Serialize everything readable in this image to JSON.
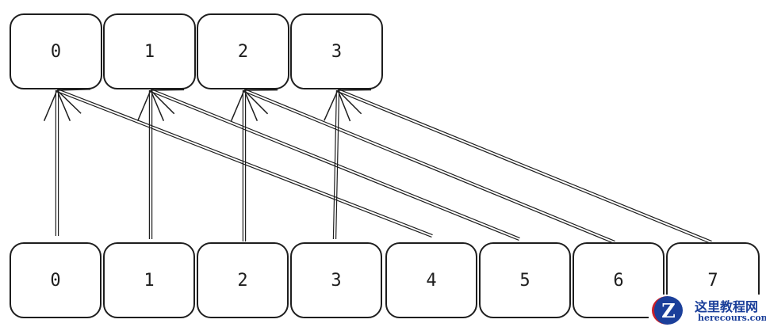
{
  "top_row": [
    "0",
    "1",
    "2",
    "3"
  ],
  "bottom_row": [
    "0",
    "1",
    "2",
    "3",
    "4",
    "5",
    "6",
    "7"
  ],
  "mapping": [
    0,
    1,
    2,
    3,
    0,
    1,
    2,
    3
  ],
  "watermark": {
    "logo_letter": "Z",
    "title": "这里教程网",
    "url": "herecours.com"
  },
  "colors": {
    "stroke": "#1e1e1e",
    "watermark": "#1b3f9a",
    "watermark_accent": "#c8202a"
  }
}
